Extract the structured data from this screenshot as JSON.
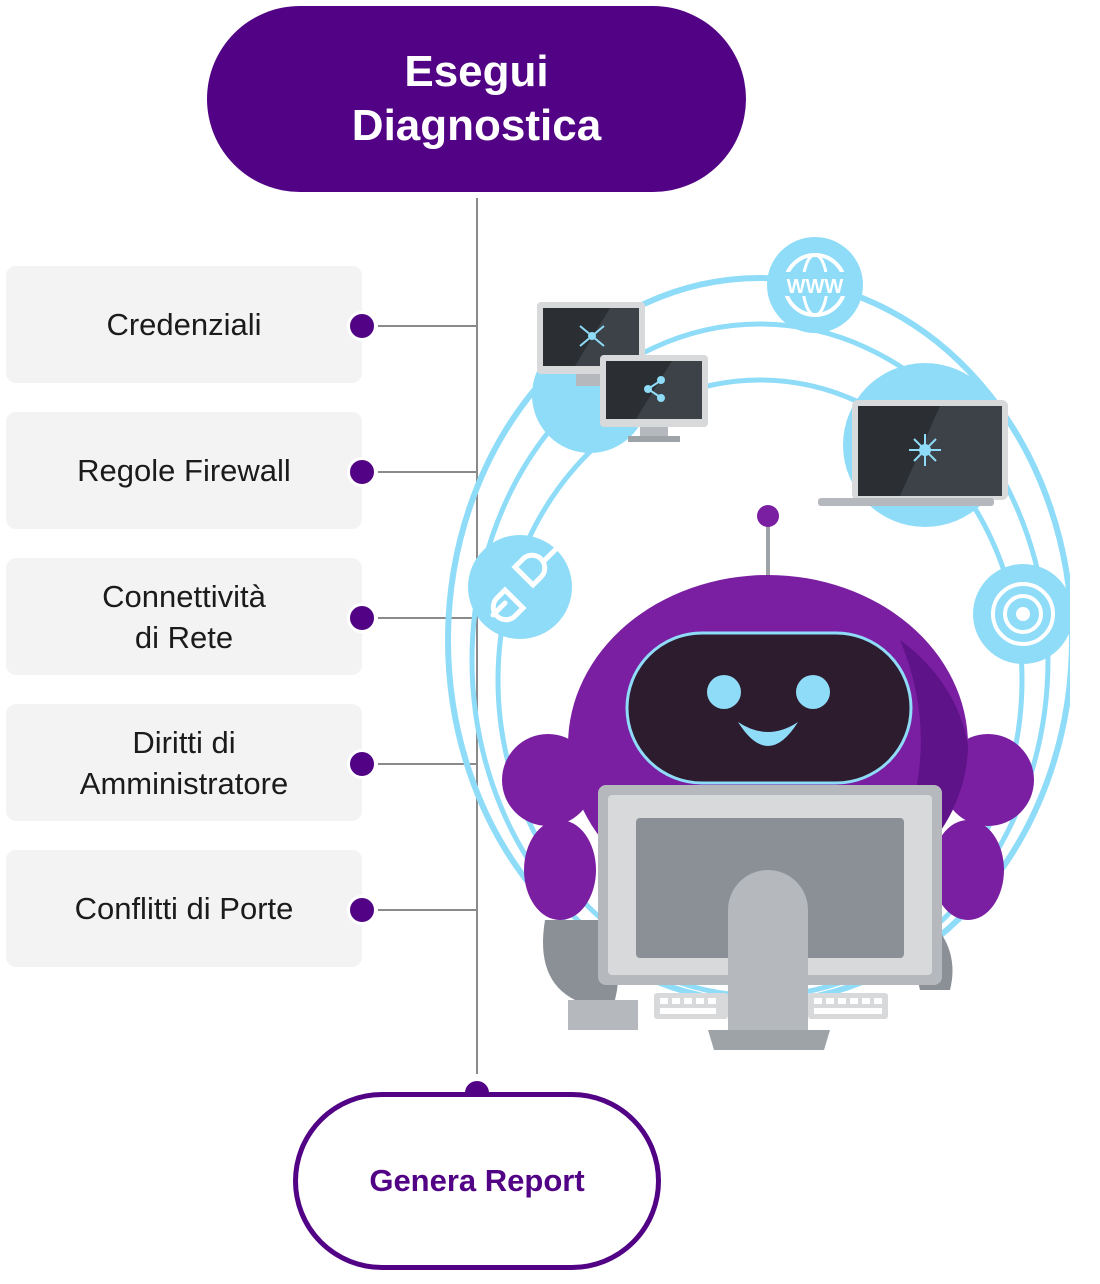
{
  "flow": {
    "start_button": {
      "line1": "Esegui",
      "line2": "Diagnostica"
    },
    "checks": [
      {
        "label": "Credenziali"
      },
      {
        "label": "Regole Firewall"
      },
      {
        "label": "Connettività\ndi Rete"
      },
      {
        "label": "Diritti di\nAmministratore"
      },
      {
        "label": "Conflitti di Porte"
      }
    ],
    "end_button": {
      "label": "Genera Report"
    }
  },
  "illustration": {
    "icons": [
      "robot-icon",
      "desktop-computers-icon",
      "www-globe-icon",
      "laptop-icon",
      "plug-icon",
      "disc-icon",
      "monitor-icon",
      "keyboard-icon"
    ]
  },
  "colors": {
    "primary_purple": "#520385",
    "robot_purple": "#7b1fa2",
    "orbit_blue": "#8fdcf8",
    "card_bg": "#f3f3f3"
  }
}
